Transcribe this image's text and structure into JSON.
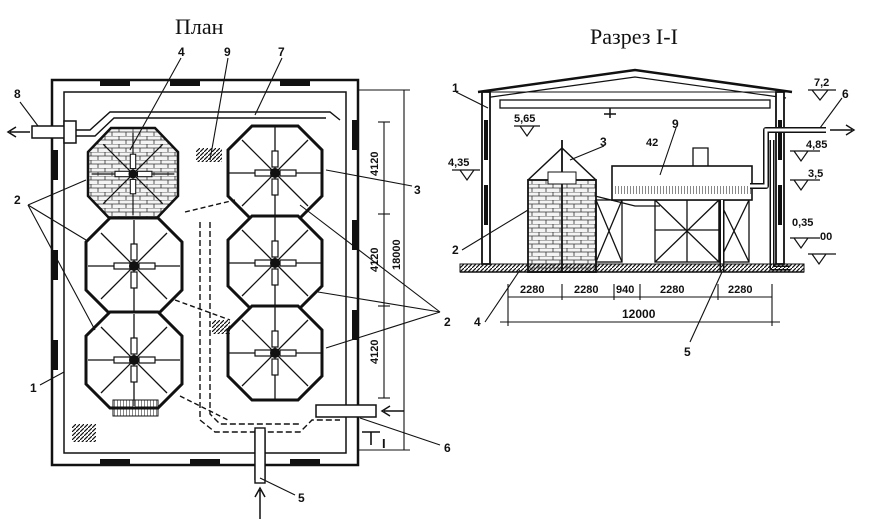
{
  "titles": {
    "plan": "План",
    "section": "Разрез I-I"
  },
  "plan": {
    "leaders": [
      "4",
      "9",
      "7",
      "8",
      "2",
      "3",
      "1",
      "2",
      "6",
      "5"
    ],
    "dimensions": [
      "4120",
      "4120",
      "4120",
      "18000"
    ],
    "section_mark": "I"
  },
  "section": {
    "leaders": [
      "1",
      "3",
      "9",
      "6",
      "2",
      "4",
      "5"
    ],
    "elevations": [
      "7,2",
      "5,65",
      "4,35",
      "4,85",
      "3,5",
      "0,35",
      "00"
    ],
    "dimensions": [
      "2280",
      "2280",
      "940",
      "2280",
      "2280",
      "12000"
    ],
    "pipe_size": "42"
  }
}
